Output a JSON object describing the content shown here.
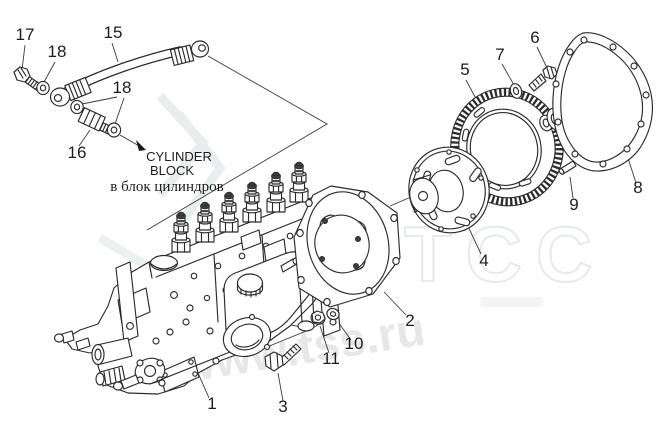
{
  "figure": {
    "kind": "exploded parts diagram — fuel injection pump assembly",
    "background_color": "#ffffff",
    "line_color": "#2b2b2b"
  },
  "callouts": [
    {
      "label": "17"
    },
    {
      "label": "18"
    },
    {
      "label": "15"
    },
    {
      "label": "18"
    },
    {
      "label": "16"
    },
    {
      "label": "5"
    },
    {
      "label": "7"
    },
    {
      "label": "6"
    },
    {
      "label": "8"
    },
    {
      "label": "9"
    },
    {
      "label": "4"
    },
    {
      "label": "2"
    },
    {
      "label": "10"
    },
    {
      "label": "11"
    },
    {
      "label": "3"
    },
    {
      "label": "1"
    }
  ],
  "annotations": {
    "cylinder_block_line1": "CYLINDER",
    "cylinder_block_line2": "BLOCK",
    "cylinder_block_ru": "в блок цилиндров"
  },
  "watermark": {
    "url_text": "www.tss.ru",
    "logo_text": "ТСС",
    "color": "#e7e7e7"
  }
}
